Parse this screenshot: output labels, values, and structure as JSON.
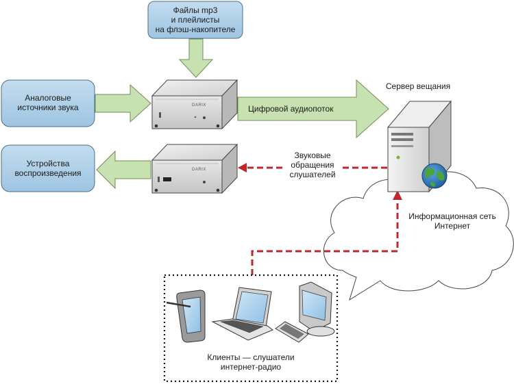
{
  "source_box": {
    "lines": [
      "Файлы mp3",
      "и плейлисты",
      "на флэш-накопителе"
    ]
  },
  "analog_box": {
    "lines": [
      "Аналоговые",
      "источники звука"
    ]
  },
  "playback_box": {
    "lines": [
      "Устройства",
      "воспроизведения"
    ]
  },
  "encoder_device": {
    "brand": "DARIX"
  },
  "decoder_device": {
    "brand": "DARIX"
  },
  "stream_arrow": {
    "label": "Цифровой аудиопоток"
  },
  "server": {
    "label": "Сервер вещания"
  },
  "requests": {
    "lines": [
      "Звуковые",
      "обращения",
      "слушателей"
    ]
  },
  "internet": {
    "lines": [
      "Информационная сеть",
      "Интернет"
    ]
  },
  "clients": {
    "lines": [
      "Клиенты — слушатели",
      "интернет-радио"
    ]
  },
  "colors": {
    "box_fill": "#a9cce6",
    "box_stroke": "#4a6e8c",
    "arrow_fill": "#c7e1b0",
    "arrow_stroke": "#6e8f55",
    "dash_red": "#c0272d"
  }
}
